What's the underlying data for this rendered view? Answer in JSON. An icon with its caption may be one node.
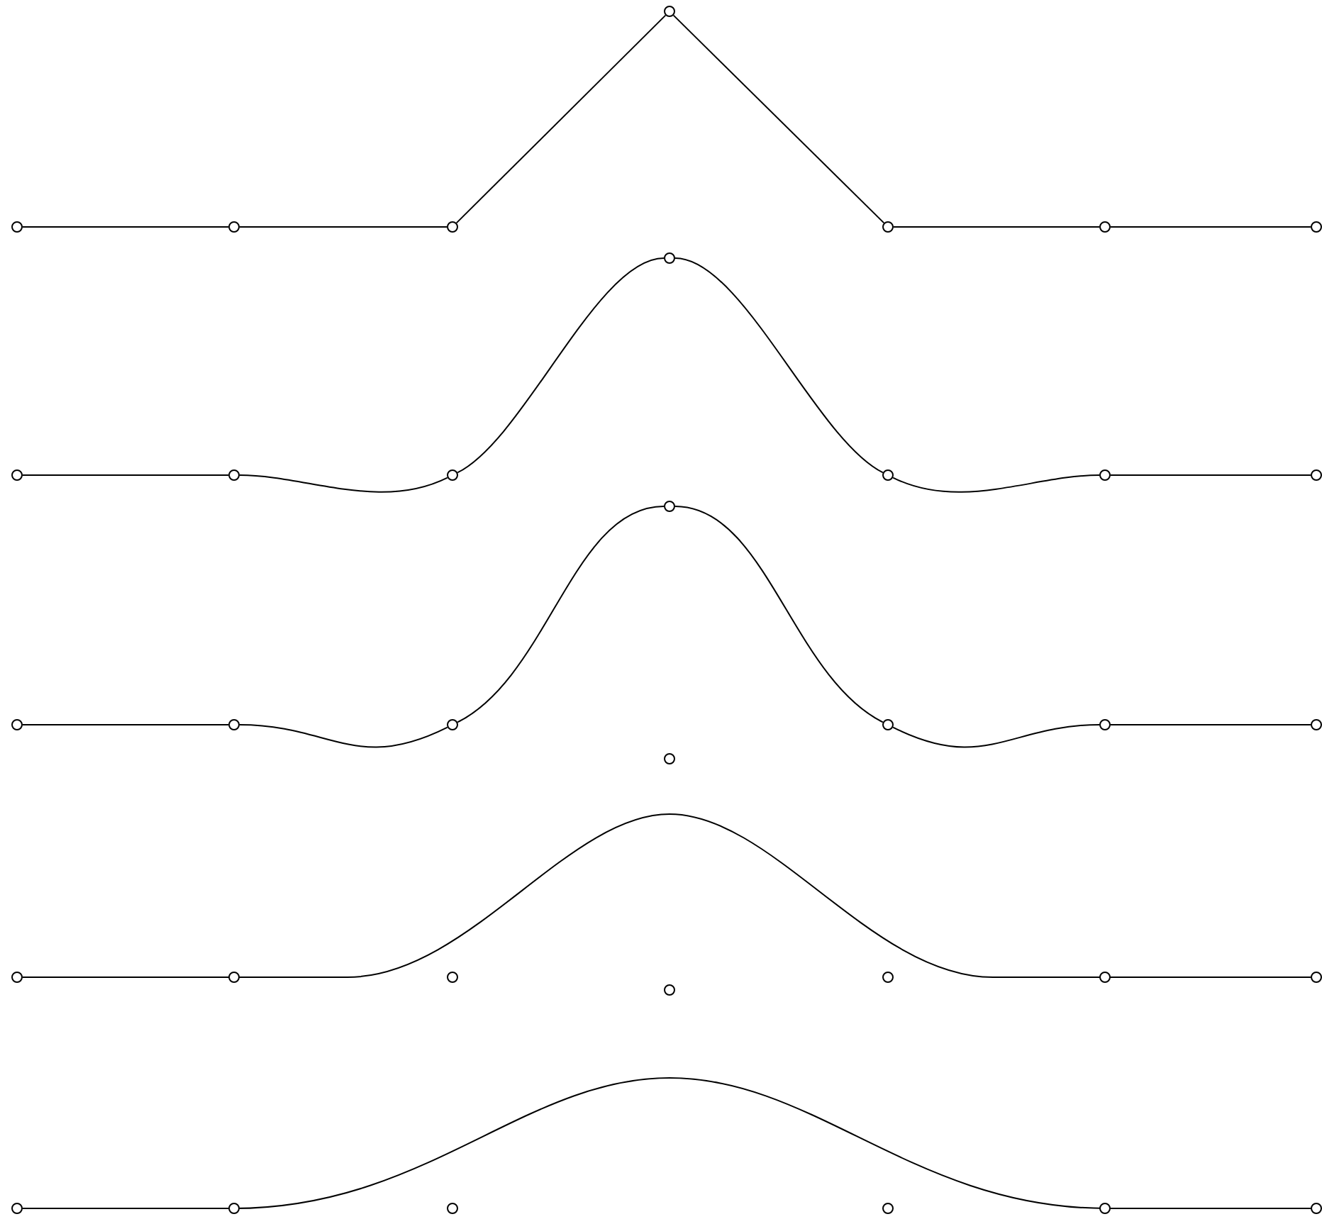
{
  "diagram": {
    "nodes": [
      {
        "text": [],
        "shape": "circle"
      },
      {
        "text": [],
        "shape": "circle"
      },
      {
        "text": [],
        "shape": "circle"
      },
      {
        "text": [],
        "shape": "circle"
      },
      {
        "text": [],
        "shape": "circle"
      },
      {
        "text": [],
        "shape": "circle"
      },
      {
        "text": [],
        "shape": "circle"
      },
      {
        "text": [],
        "shape": "circle"
      },
      {
        "text": [],
        "shape": "circle"
      },
      {
        "text": [],
        "shape": "circle"
      },
      {
        "text": [],
        "shape": "circle"
      },
      {
        "text": [],
        "shape": "circle"
      },
      {
        "text": [],
        "shape": "circle"
      },
      {
        "text": [],
        "shape": "circle"
      },
      {
        "text": [],
        "shape": "circle"
      },
      {
        "text": [],
        "shape": "circle"
      },
      {
        "text": [],
        "shape": "circle"
      },
      {
        "text": [],
        "shape": "circle"
      },
      {
        "text": [],
        "shape": "circle"
      },
      {
        "text": [],
        "shape": "circle"
      },
      {
        "text": [],
        "shape": "circle"
      },
      {
        "text": [],
        "shape": "circle"
      },
      {
        "text": [],
        "shape": "circle"
      },
      {
        "text": [],
        "shape": "circle"
      },
      {
        "text": [],
        "shape": "circle"
      },
      {
        "text": [],
        "shape": "circle"
      },
      {
        "text": [],
        "shape": "circle"
      },
      {
        "text": [],
        "shape": "circle"
      },
      {
        "text": [],
        "shape": "circle"
      },
      {
        "text": [],
        "shape": "circle"
      },
      {
        "text": [],
        "shape": "circle"
      },
      {
        "text": [],
        "shape": "circle"
      },
      {
        "text": [],
        "shape": "circle"
      },
      {
        "text": [],
        "shape": "circle"
      },
      {
        "text": [],
        "shape": "circle"
      }
    ],
    "edges": [
      {
        "from": 0,
        "to": 1,
        "arrow": "none"
      },
      {
        "from": 1,
        "to": 2,
        "arrow": "none"
      },
      {
        "from": 2,
        "to": 3,
        "arrow": "none"
      },
      {
        "from": 3,
        "to": 4,
        "arrow": "none"
      },
      {
        "from": 4,
        "to": 5,
        "arrow": "none"
      },
      {
        "from": 5,
        "to": 6,
        "arrow": "none"
      },
      {
        "from": 7,
        "to": 8,
        "arrow": "none"
      },
      {
        "from": 8,
        "to": 9,
        "arrow": "none"
      },
      {
        "from": 9,
        "to": 10,
        "arrow": "none"
      },
      {
        "from": 10,
        "to": 11,
        "arrow": "none"
      },
      {
        "from": 11,
        "to": 12,
        "arrow": "none"
      },
      {
        "from": 12,
        "to": 13,
        "arrow": "none"
      },
      {
        "from": 14,
        "to": 15,
        "arrow": "none"
      },
      {
        "from": 15,
        "to": 16,
        "arrow": "none"
      },
      {
        "from": 16,
        "to": 17,
        "arrow": "none"
      },
      {
        "from": 17,
        "to": 18,
        "arrow": "none"
      },
      {
        "from": 18,
        "to": 19,
        "arrow": "none"
      },
      {
        "from": 19,
        "to": 20,
        "arrow": "none"
      },
      {
        "from": 21,
        "to": 27,
        "arrow": "none"
      },
      {
        "from": 28,
        "to": 34,
        "arrow": "none"
      }
    ]
  }
}
